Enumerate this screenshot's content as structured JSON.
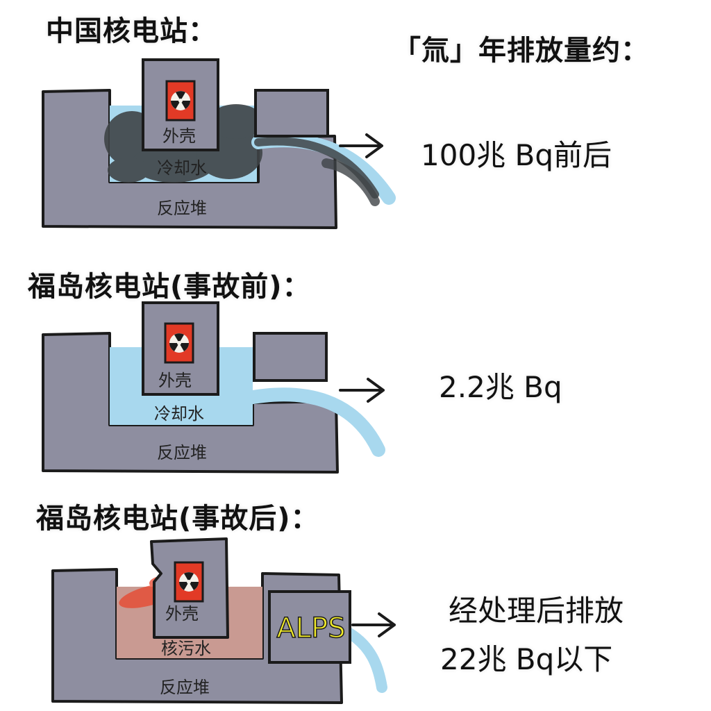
{
  "header": {
    "right_title": "「氚」年排放量约："
  },
  "sections": [
    {
      "title": "中国核电站：",
      "value_lines": [
        "100兆 Bq前后"
      ],
      "labels": {
        "shell": "外壳",
        "water": "冷却水",
        "reactor": "反应堆"
      }
    },
    {
      "title": "福岛核电站(事故前)：",
      "value_lines": [
        "2.2兆 Bq"
      ],
      "labels": {
        "shell": "外壳",
        "water": "冷却水",
        "reactor": "反应堆"
      }
    },
    {
      "title": "福岛核电站(事故后)：",
      "value_lines": [
        "经处理后排放",
        "22兆 Bq以下"
      ],
      "labels": {
        "shell": "外壳",
        "water": "核污水",
        "reactor": "反应堆",
        "filter": "ALPS"
      }
    }
  ],
  "colors": {
    "building": "#8e8ea0",
    "outline": "#1b1b1b",
    "cooling_water": "#a8d8ee",
    "dark_smoke": "#3f4447",
    "contaminated_water": "#c99a92",
    "leak": "#e8452c",
    "hazard_sign": "#e23a26",
    "alps_text": "#f2ec2a"
  },
  "icons": [
    "radiation-icon",
    "arrow-right-icon"
  ]
}
